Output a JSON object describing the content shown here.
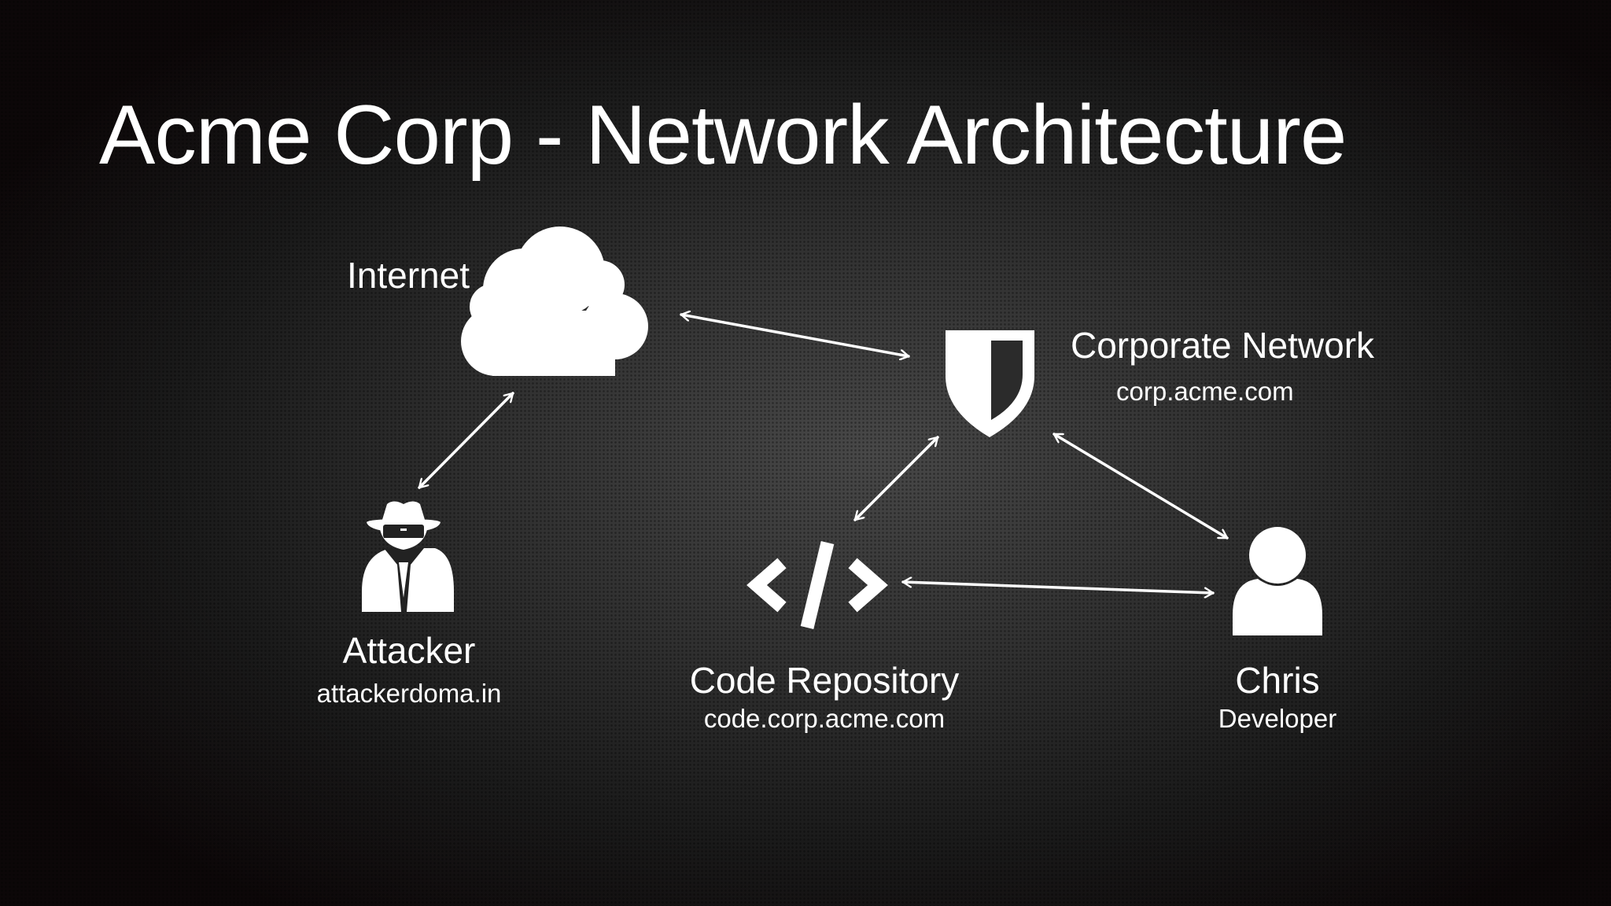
{
  "slide": {
    "title": "Acme Corp - Network Architecture"
  },
  "nodes": {
    "internet": {
      "label": "Internet",
      "icon": "cloud-icon"
    },
    "corporate": {
      "label": "Corporate Network",
      "sublabel": "corp.acme.com",
      "icon": "shield-icon"
    },
    "attacker": {
      "label": "Attacker",
      "sublabel": "attackerdoma.in",
      "icon": "spy-icon"
    },
    "repository": {
      "label": "Code Repository",
      "sublabel": "code.corp.acme.com",
      "icon": "code-icon"
    },
    "developer": {
      "label": "Chris",
      "sublabel": "Developer",
      "icon": "user-icon"
    }
  },
  "connections": [
    {
      "from": "internet",
      "to": "corporate",
      "direction": "bidirectional"
    },
    {
      "from": "internet",
      "to": "attacker",
      "direction": "bidirectional"
    },
    {
      "from": "corporate",
      "to": "repository",
      "direction": "bidirectional"
    },
    {
      "from": "corporate",
      "to": "developer",
      "direction": "bidirectional"
    },
    {
      "from": "repository",
      "to": "developer",
      "direction": "bidirectional"
    }
  ],
  "colors": {
    "background": "#2e2e2e",
    "foreground": "#ffffff"
  }
}
